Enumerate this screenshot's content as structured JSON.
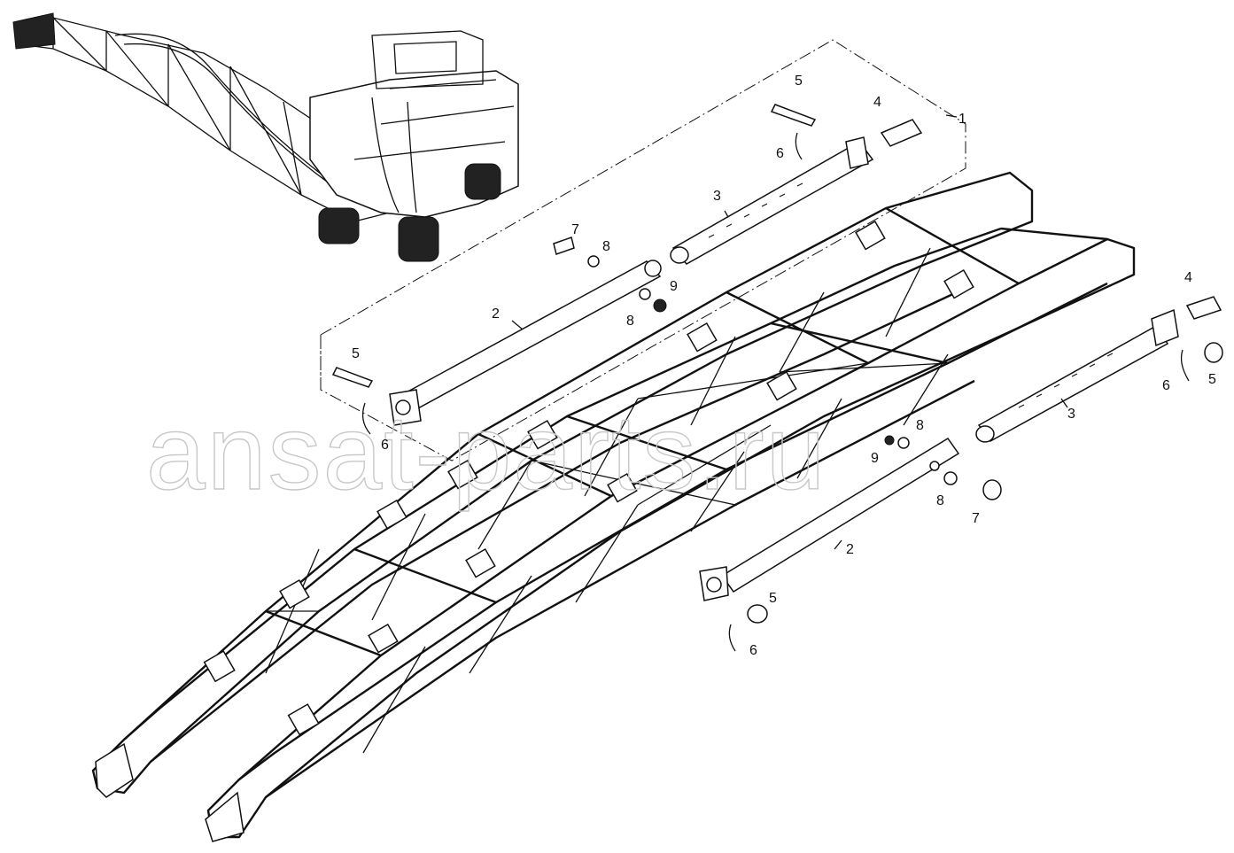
{
  "watermark": "ansat-parts.ru",
  "callouts": {
    "c1": "1",
    "c2a": "2",
    "c2b": "2",
    "c3a": "3",
    "c3b": "3",
    "c4a": "4",
    "c4b": "4",
    "c5a": "5",
    "c5b": "5",
    "c5c": "5",
    "c5d": "5",
    "c6a": "6",
    "c6b": "6",
    "c6c": "6",
    "c6d": "6",
    "c7a": "7",
    "c7b": "7",
    "c8a": "8",
    "c8b": "8",
    "c8c": "8",
    "c8d": "8",
    "c9a": "9",
    "c9b": "9"
  }
}
